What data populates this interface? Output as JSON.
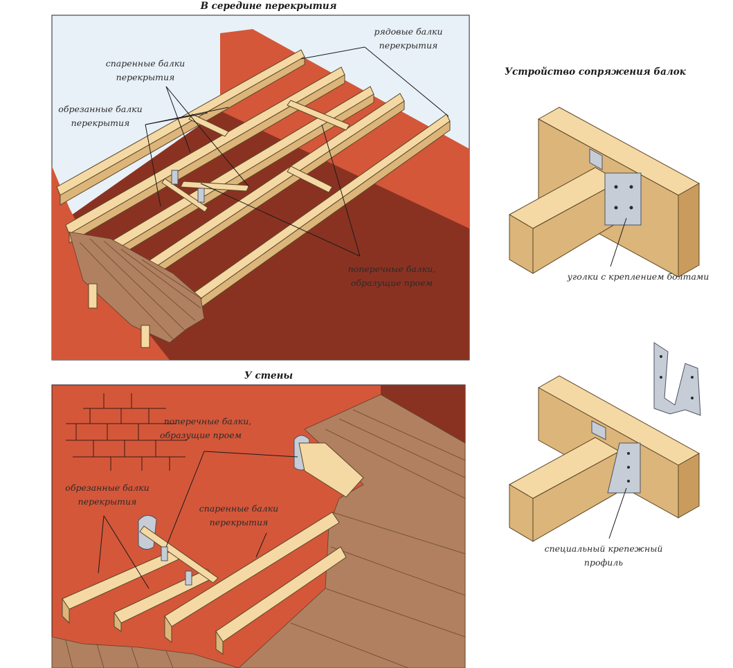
{
  "top_panel": {
    "title": "В середине перекрытия",
    "label_ordinary": [
      "рядовые балки",
      "перекрытия"
    ],
    "label_paired": [
      "спаренные балки",
      "перекрытия"
    ],
    "label_trimmed": [
      "обрезанные балки",
      "перекрытия"
    ],
    "label_cross": [
      "поперечные балки,",
      "образущие проем"
    ]
  },
  "bottom_panel": {
    "title": "У стены",
    "label_cross": [
      "поперечные балки,",
      "образущие проем"
    ],
    "label_trimmed": [
      "обрезанные балки",
      "перекрытия"
    ],
    "label_paired": [
      "спаренные балки",
      "перекрытия"
    ]
  },
  "right_panel": {
    "title": "Устройство сопряжения балок",
    "label_angles": "уголки с креплением болтами",
    "label_profile": [
      "специальный крепежный",
      "профиль"
    ]
  },
  "colors": {
    "wall_red": "#d4573a",
    "wall_dark": "#8a3222",
    "sky": "#e8f1f8",
    "wood_light": "#f5d9a4",
    "wood_mid": "#dcb57a",
    "floor_planks": "#b08060",
    "metal": "#c6cdd7"
  }
}
